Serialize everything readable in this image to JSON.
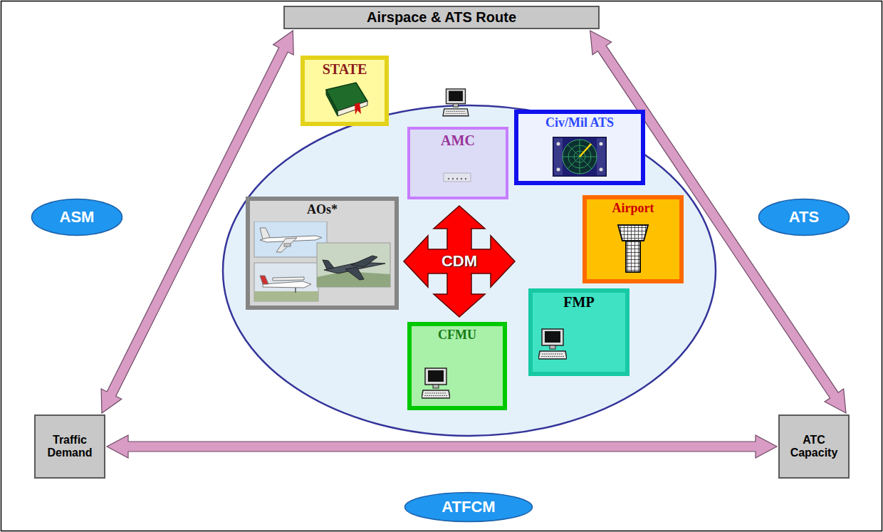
{
  "diagram": {
    "nodes": [
      {
        "text": [
          "Airspace & ATS Route"
        ]
      },
      {
        "text": [
          "STATE"
        ]
      },
      {
        "text": [
          "AMC"
        ]
      },
      {
        "text": [
          "Civ/Mil ATS"
        ]
      },
      {
        "text": [
          "AOs*"
        ]
      },
      {
        "text": [
          "CDM"
        ]
      },
      {
        "text": [
          "ASM"
        ]
      },
      {
        "text": [
          "ATS"
        ]
      },
      {
        "text": [
          "Airport"
        ]
      },
      {
        "text": [
          "FMP"
        ]
      },
      {
        "text": [
          "CFMU"
        ]
      },
      {
        "text": [
          "Traffic Demand"
        ]
      },
      {
        "text": [
          "ATFCM"
        ]
      },
      {
        "text": [
          "ATC Capacity"
        ]
      }
    ],
    "edges": [
      {
        "from": 0,
        "to": 11,
        "arrow": "both"
      },
      {
        "from": 0,
        "to": 13,
        "arrow": "both"
      },
      {
        "from": 11,
        "to": 13,
        "arrow": "both"
      }
    ]
  }
}
